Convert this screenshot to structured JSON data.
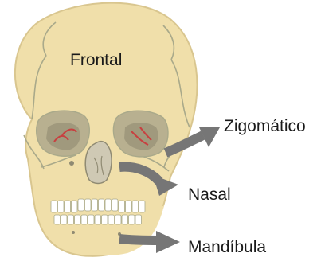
{
  "diagram": {
    "labels": {
      "frontal": "Frontal",
      "zygomatico": "Zigomático",
      "nasal": "Nasal",
      "mandibula": "Mandíbula"
    },
    "colors": {
      "bone": "#f0dfaa",
      "bone_outline": "#d9c68f",
      "suture": "#a9a98a",
      "orbit": "#b8b090",
      "orbit_dark": "#8f8a72",
      "nasal_cavity": "#cfc9b4",
      "vessel_red": "#c84040",
      "teeth": "#ffffff",
      "arrow": "#767676"
    },
    "icons": [
      "skull-illustration",
      "arrow-icon"
    ]
  }
}
